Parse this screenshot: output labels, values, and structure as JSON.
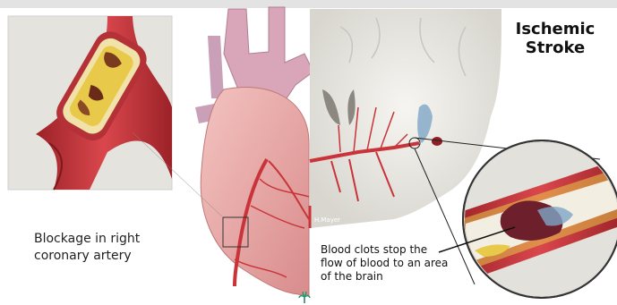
{
  "left_caption_line1": "Blockage in right",
  "left_caption_line2": "coronary artery",
  "title_line1": "Ischemic",
  "title_line2": "Stroke",
  "right_caption_line1": "Blood clots stop the",
  "right_caption_line2": "flow of blood to an area",
  "right_caption_line3": "of the brain",
  "artist_signature": "H.Mayer",
  "colors": {
    "artery_red": "#c8343a",
    "artery_dark": "#8e1f24",
    "plaque_yellow": "#e8c94a",
    "clot_maroon": "#6d1f2b",
    "brain_gray": "#ecebe7",
    "heart_pink": "#e9a8a8",
    "vessel_blue": "#7ea6c7"
  }
}
